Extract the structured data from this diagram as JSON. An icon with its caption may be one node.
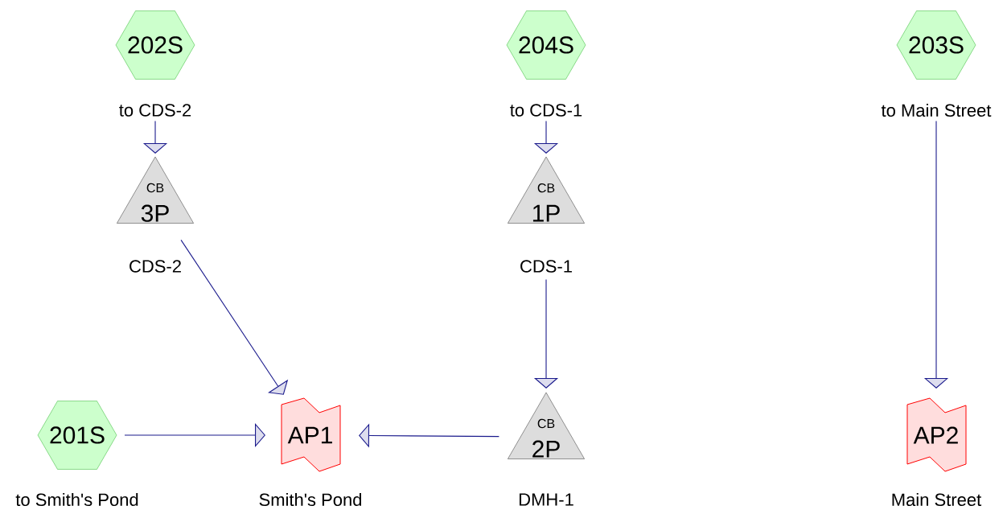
{
  "diagram": {
    "nodes": [
      {
        "text": [
          "202S"
        ],
        "beside": [
          "to CDS-2"
        ]
      },
      {
        "text": [
          "204S"
        ],
        "beside": [
          "to CDS-1"
        ]
      },
      {
        "text": [
          "203S"
        ],
        "beside": [
          "to Main Street"
        ]
      },
      {
        "text": [
          "CB",
          "3P"
        ],
        "beside": [
          "CDS-2"
        ]
      },
      {
        "text": [
          "CB",
          "1P"
        ],
        "beside": [
          "CDS-1"
        ]
      },
      {
        "text": [
          "CB",
          "2P"
        ],
        "beside": [
          "DMH-1"
        ]
      },
      {
        "text": [
          "201S"
        ],
        "beside": [
          "to Smith's Pond"
        ]
      },
      {
        "text": [
          "AP1"
        ],
        "beside": [
          "Smith's Pond"
        ]
      },
      {
        "text": [
          "AP2"
        ],
        "beside": [
          "Main Street"
        ]
      }
    ],
    "edges": [
      {
        "from": 0,
        "to": 3,
        "arrow": "to"
      },
      {
        "from": 1,
        "to": 4,
        "arrow": "to"
      },
      {
        "from": 2,
        "to": 8,
        "arrow": "to"
      },
      {
        "from": 3,
        "to": 7,
        "arrow": "to"
      },
      {
        "from": 4,
        "to": 5,
        "arrow": "to"
      },
      {
        "from": 6,
        "to": 7,
        "arrow": "to"
      },
      {
        "from": 5,
        "to": 7,
        "arrow": "to"
      }
    ]
  }
}
